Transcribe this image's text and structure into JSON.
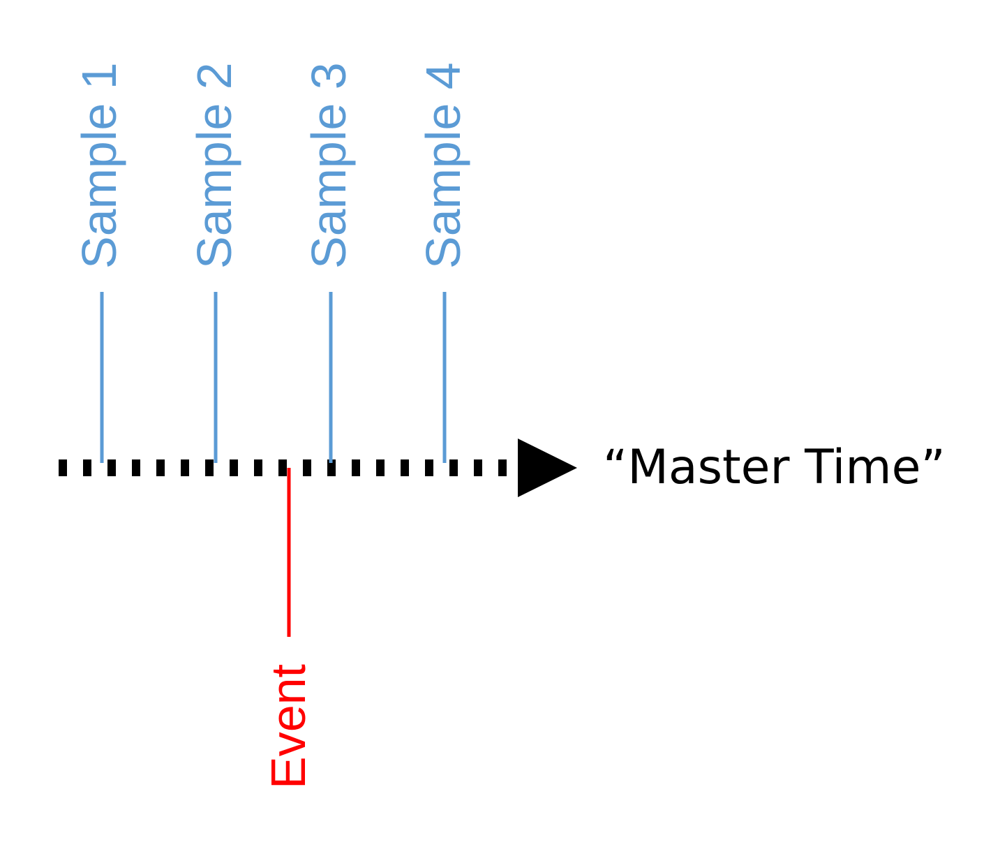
{
  "timeline": {
    "label": "“Master Time”",
    "color": "#000000"
  },
  "samples": {
    "color": "#5b9bd5",
    "items": [
      {
        "label": "Sample 1"
      },
      {
        "label": "Sample 2"
      },
      {
        "label": "Sample 3"
      },
      {
        "label": "Sample 4"
      }
    ]
  },
  "event": {
    "label": "Event",
    "color": "#ff0000"
  }
}
